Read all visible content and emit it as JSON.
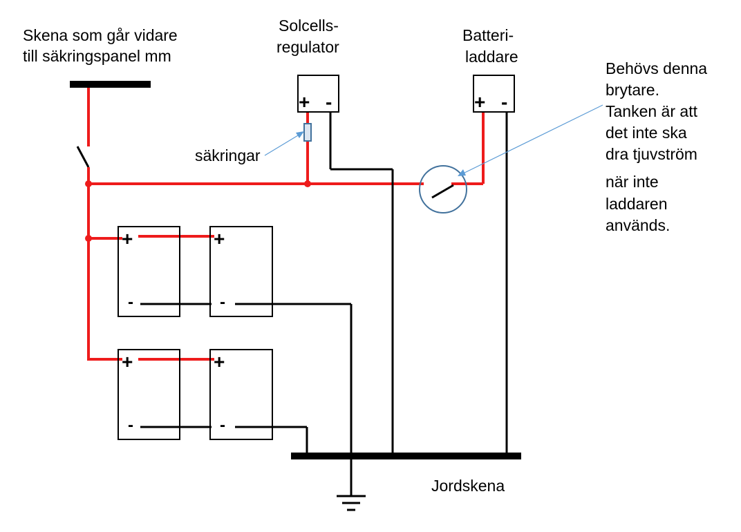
{
  "labels": {
    "bus_top_line1": "Skena som går vidare",
    "bus_top_line2": "till säkringspanel mm",
    "solar_line1": "Solcells-",
    "solar_line2": "regulator",
    "charger_line1": "Batteri-",
    "charger_line2": "laddare",
    "fuses": "säkringar",
    "ground_bus": "Jordskena",
    "note_lines": [
      "Behövs denna",
      "brytare.",
      "Tanken är att",
      "det inte ska",
      "dra tjuvström",
      "när inte",
      "laddaren",
      "används."
    ]
  },
  "terminals": {
    "plus": "+",
    "minus": "-"
  },
  "colors": {
    "positive_wire": "#ee1c1c",
    "negative_wire": "#000000",
    "callout": "#5b9bd5",
    "switch_circle": "#41719c"
  }
}
